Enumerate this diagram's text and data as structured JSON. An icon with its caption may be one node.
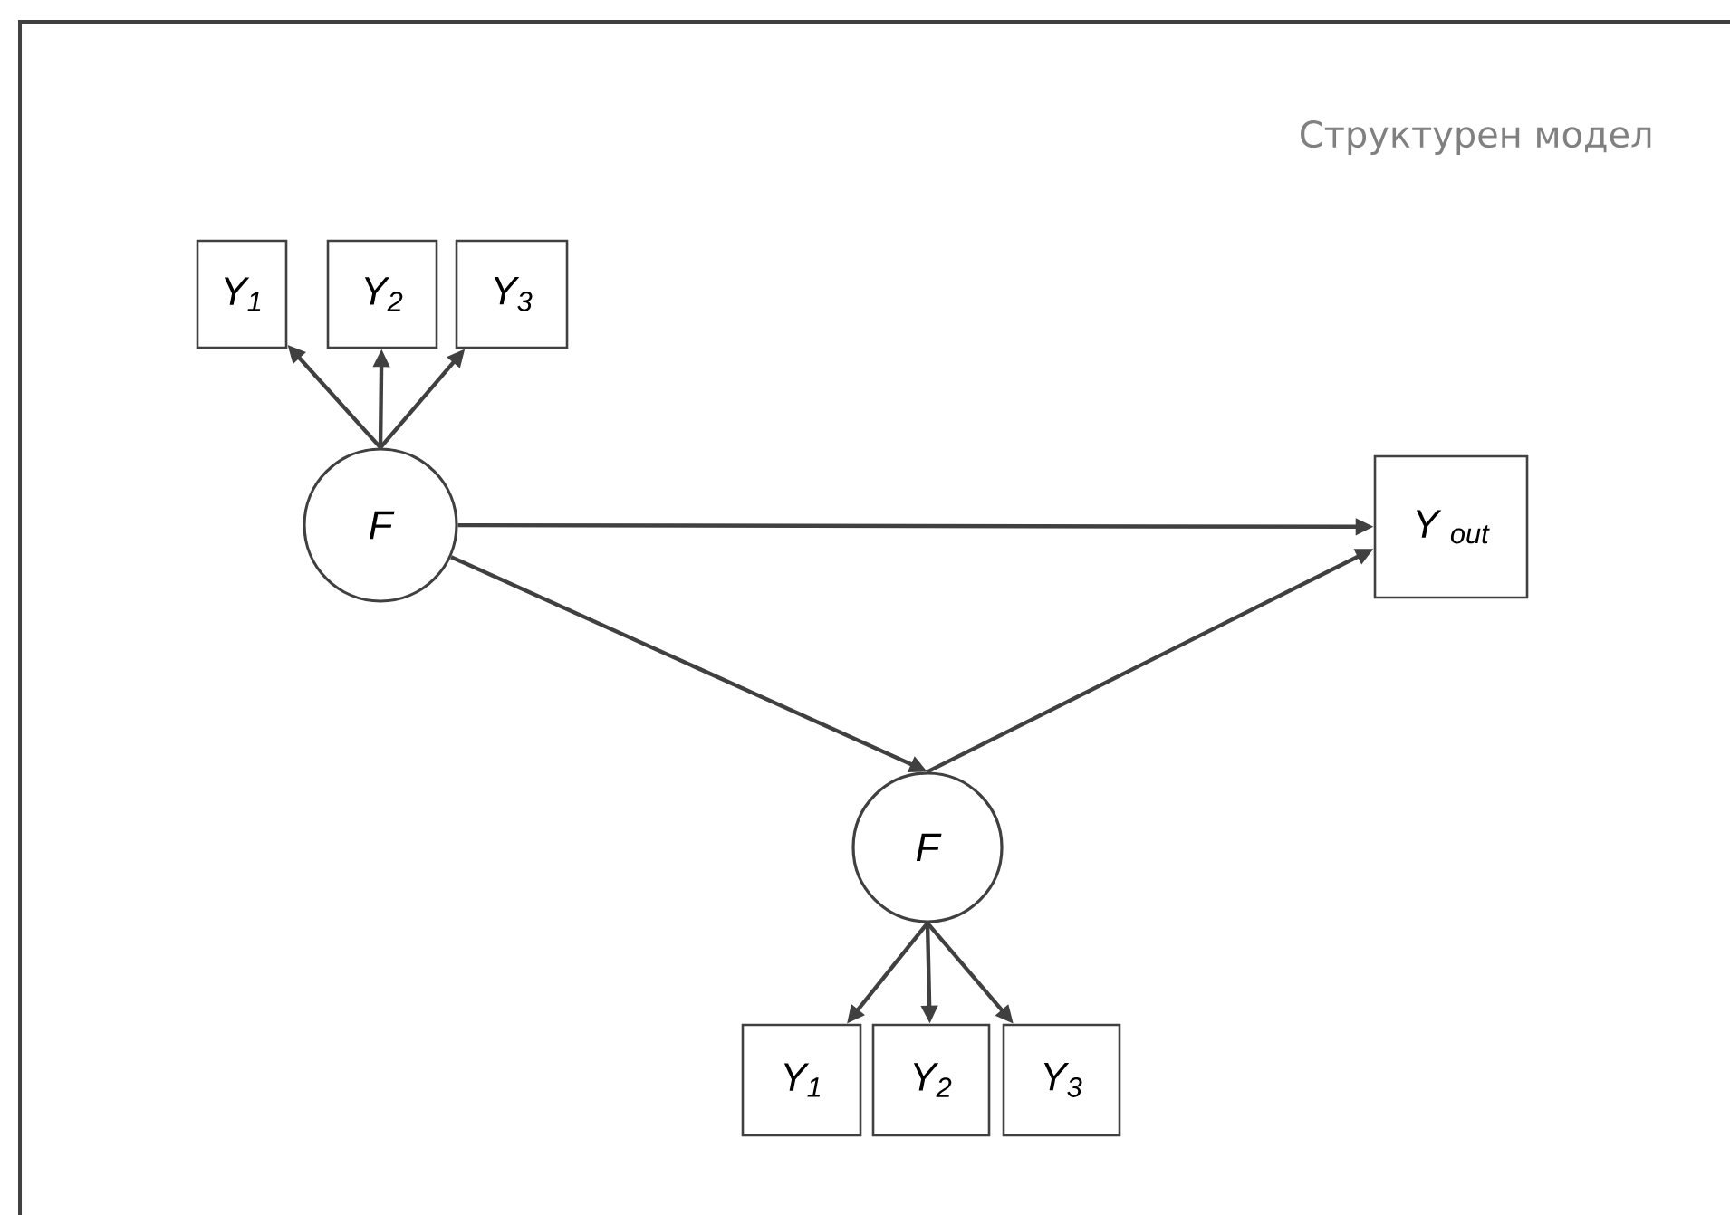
{
  "diagram": {
    "title": "Структурен модел",
    "nodes": [
      {
        "text": [
          "Y$_{1}$"
        ]
      },
      {
        "text": [
          "Y$_{2}$"
        ]
      },
      {
        "text": [
          "Y$_{3}$"
        ]
      },
      {
        "text": [
          "F"
        ]
      },
      {
        "text": [
          "Y $_{out}$"
        ]
      },
      {
        "text": [
          "F"
        ]
      },
      {
        "text": [
          "Y$_{1}$"
        ]
      },
      {
        "text": [
          "Y$_{2}$"
        ]
      },
      {
        "text": [
          "Y$_{3}$"
        ]
      }
    ],
    "edges": [
      {
        "from": 3,
        "to": 0,
        "arrow": "to"
      },
      {
        "from": 3,
        "to": 1,
        "arrow": "to"
      },
      {
        "from": 3,
        "to": 2,
        "arrow": "to"
      },
      {
        "from": 3,
        "to": 4,
        "arrow": "to"
      },
      {
        "from": 3,
        "to": 5,
        "arrow": "to"
      },
      {
        "from": 5,
        "to": 4,
        "arrow": "to"
      },
      {
        "from": 5,
        "to": 6,
        "arrow": "to"
      },
      {
        "from": 5,
        "to": 7,
        "arrow": "to"
      },
      {
        "from": 5,
        "to": 8,
        "arrow": "to"
      }
    ]
  }
}
